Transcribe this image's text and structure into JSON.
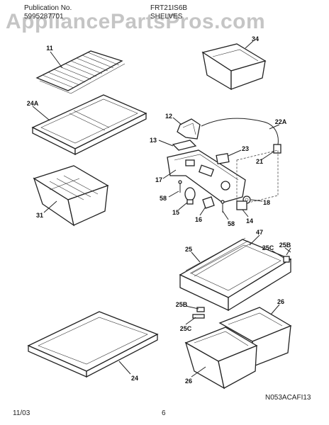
{
  "header": {
    "publication_label": "Publication No.",
    "publication_number": "5995287701",
    "model": "FRT21IS6B",
    "section": "SHELVES"
  },
  "watermark": "AppliancePartsPros.com",
  "footer": {
    "date": "11/03",
    "page": "6",
    "figure_code": "N053ACAFI13"
  },
  "labels": [
    {
      "id": "11",
      "text": "11"
    },
    {
      "id": "34",
      "text": "34"
    },
    {
      "id": "24A",
      "text": "24A"
    },
    {
      "id": "12",
      "text": "12"
    },
    {
      "id": "22A",
      "text": "22A"
    },
    {
      "id": "13",
      "text": "13"
    },
    {
      "id": "23",
      "text": "23"
    },
    {
      "id": "21",
      "text": "21"
    },
    {
      "id": "17",
      "text": "17"
    },
    {
      "id": "58a",
      "text": "58"
    },
    {
      "id": "15",
      "text": "15"
    },
    {
      "id": "16",
      "text": "16"
    },
    {
      "id": "18",
      "text": "18"
    },
    {
      "id": "14",
      "text": "14"
    },
    {
      "id": "58b",
      "text": "58"
    },
    {
      "id": "31",
      "text": "31"
    },
    {
      "id": "47",
      "text": "47"
    },
    {
      "id": "25",
      "text": "25"
    },
    {
      "id": "25B_top",
      "text": "25B"
    },
    {
      "id": "25C_top",
      "text": "25C"
    },
    {
      "id": "25B_bot",
      "text": "25B"
    },
    {
      "id": "25C_bot",
      "text": "25C"
    },
    {
      "id": "26a",
      "text": "26"
    },
    {
      "id": "26b",
      "text": "26"
    },
    {
      "id": "24",
      "text": "24"
    }
  ]
}
